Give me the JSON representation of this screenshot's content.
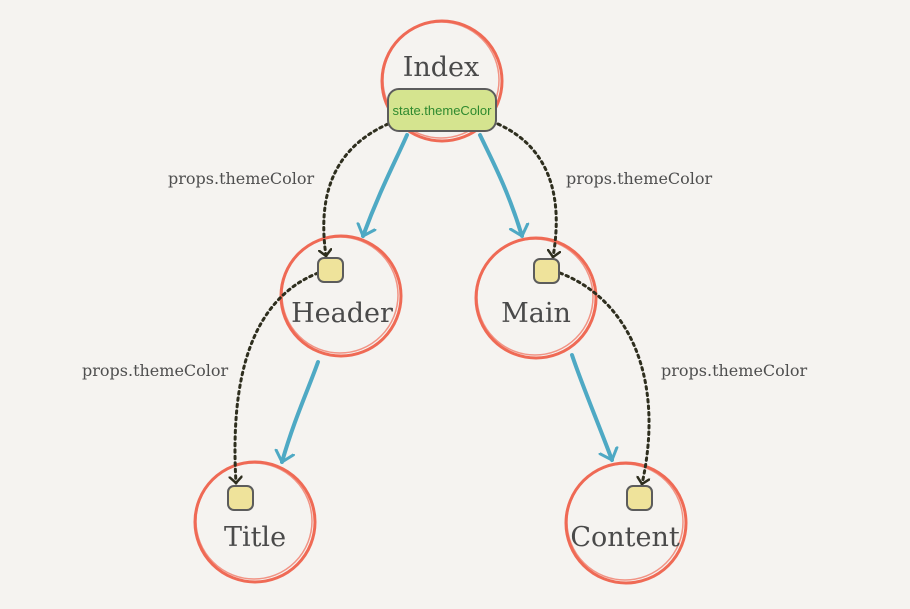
{
  "colors": {
    "background": "#f5f3f0",
    "node_ring": "#ef6a55",
    "prop_box_fill": "#efe39b",
    "prop_box_stroke": "#5c5c5c",
    "state_fill": "#d5e48f",
    "state_text": "#2f8a2f",
    "dotted_arrow": "#2e2e1e",
    "child_arrow": "#4ea9c4"
  },
  "nodes": {
    "index": {
      "label": "Index",
      "state_label": "state.themeColor"
    },
    "header": {
      "label": "Header"
    },
    "main": {
      "label": "Main"
    },
    "title": {
      "label": "Title"
    },
    "content": {
      "label": "Content"
    }
  },
  "edge_labels": {
    "index_to_header": "props.themeColor",
    "index_to_main": "props.themeColor",
    "header_to_title": "props.themeColor",
    "main_to_content": "props.themeColor"
  }
}
